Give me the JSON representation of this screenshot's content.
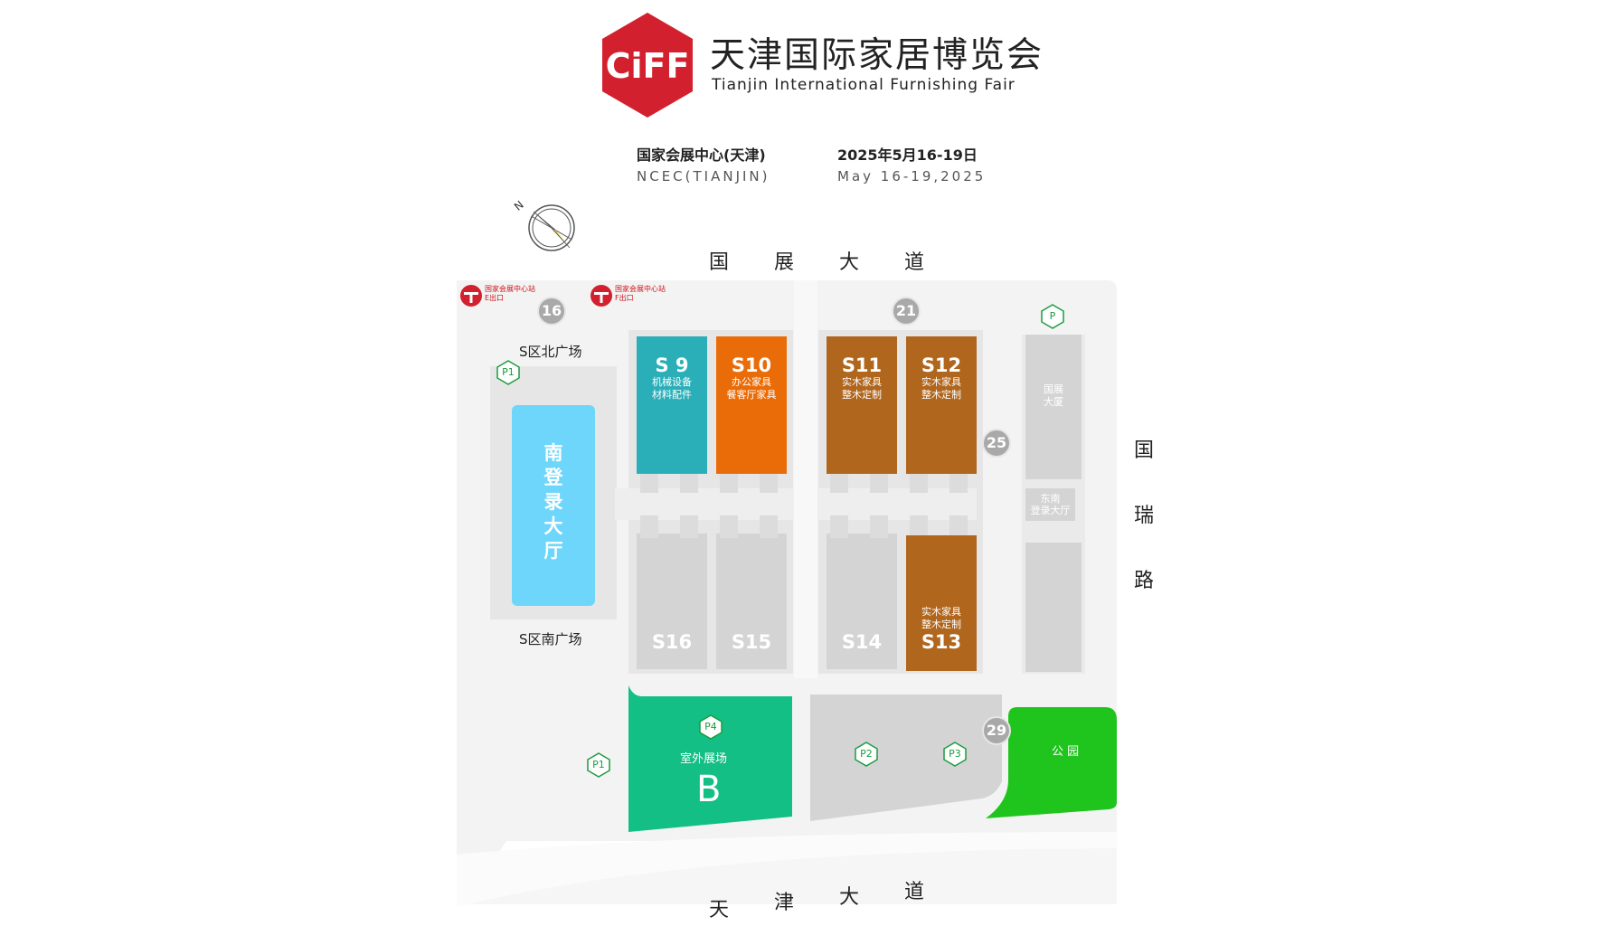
{
  "header": {
    "logo_text": "CiFF",
    "title_cn": "天津国际家居博览会",
    "title_en": "Tianjin International Furnishing Fair",
    "venue_cn": "国家会展中心(天津)",
    "venue_en": "NCEC(TIANJIN)",
    "date_cn": "2025年5月16-19日",
    "date_en": "May 16-19,2025"
  },
  "roads": {
    "north": [
      "国",
      "展",
      "大",
      "道"
    ],
    "east": [
      "国",
      "瑞",
      "路"
    ],
    "south": [
      "天",
      "津",
      "大",
      "道"
    ]
  },
  "compass": {
    "label": "N"
  },
  "metro": [
    {
      "line1": "国家会展中心站",
      "line2": "E出口"
    },
    {
      "line1": "国家会展中心站",
      "line2": "F出口"
    }
  ],
  "gates": [
    "16",
    "21",
    "25",
    "29"
  ],
  "areas": {
    "s_north_plaza": "S区北广场",
    "s_south_plaza": "S区南广场",
    "south_lobby": [
      "南",
      "登",
      "录",
      "大",
      "厅"
    ],
    "guozhan_building": [
      "国展",
      "大厦"
    ],
    "se_lobby": [
      "东南",
      "登录大厅"
    ],
    "outdoor": {
      "label": "室外展场",
      "code": "B"
    },
    "park": "公  园"
  },
  "parking": [
    "P1",
    "P1",
    "P4",
    "P2",
    "P3",
    "P"
  ],
  "halls": {
    "S9": {
      "code": "S 9",
      "sub1": "机械设备",
      "sub2": "材料配件",
      "color": "#2aafb9"
    },
    "S10": {
      "code": "S10",
      "sub1": "办公家具",
      "sub2": "餐客厅家具",
      "color": "#ea6c08"
    },
    "S11": {
      "code": "S11",
      "sub1": "实木家具",
      "sub2": "整木定制",
      "color": "#b0661d"
    },
    "S12": {
      "code": "S12",
      "sub1": "实木家具",
      "sub2": "整木定制",
      "color": "#b0661d"
    },
    "S13": {
      "code": "S13",
      "sub1": "实木家具",
      "sub2": "整木定制",
      "color": "#b0661d"
    },
    "S14": {
      "code": "S14"
    },
    "S15": {
      "code": "S15"
    },
    "S16": {
      "code": "S16"
    }
  },
  "colors": {
    "ground": "#efefef",
    "building_grey": "#d4d4d4",
    "lobby_blue": "#6fd6fb",
    "outdoor_green": "#13bf85",
    "park_green": "#1fc41c",
    "brand_red": "#d3202e"
  }
}
